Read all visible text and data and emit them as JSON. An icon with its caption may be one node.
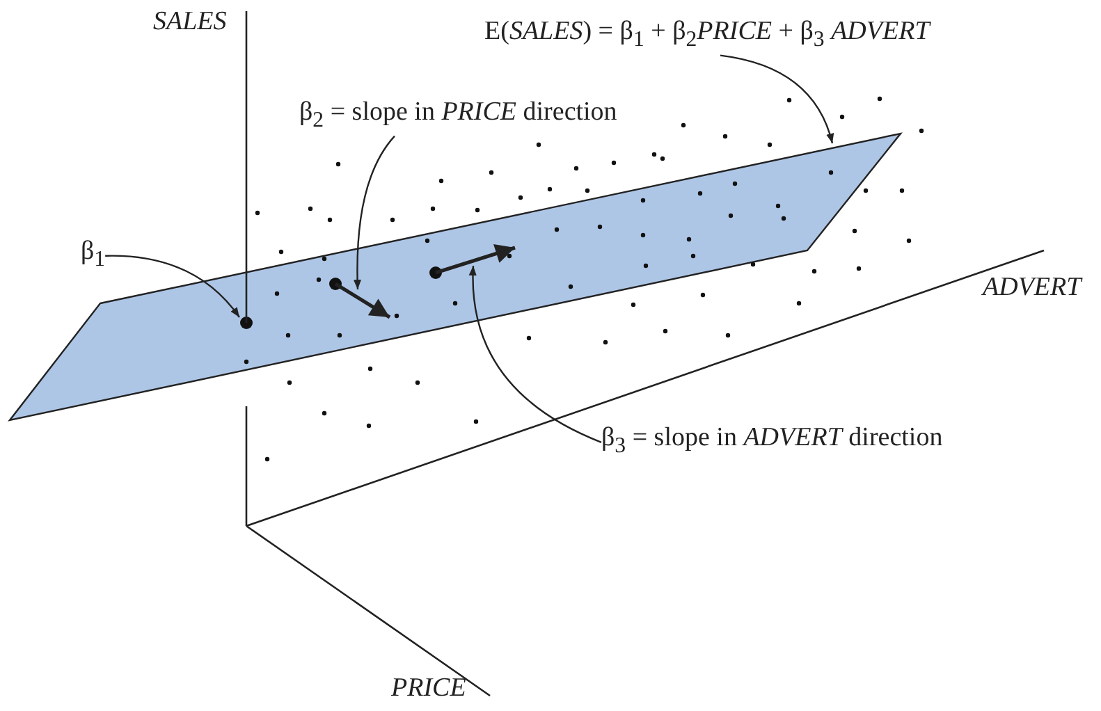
{
  "diagram": {
    "nodes": [
      {
        "text": [
          "E(*SALES*) = β$_{1}$ + β$_{2}$*PRICE* + β$_{3}$ *ADVERT*"
        ]
      },
      {
        "text": [
          "β$_{2}$ = slope in *PRICE* direction"
        ]
      },
      {
        "text": [
          "β$_{1}$"
        ]
      },
      {
        "text": [
          "β$_{3}$ = slope in *ADVERT* direction"
        ]
      },
      {
        "text": [],
        "shape": "parallelogram"
      },
      {
        "text": [],
        "shape": "circle",
        "in": 4
      },
      {
        "text": [],
        "shape": "arrow",
        "in": 4
      },
      {
        "text": [],
        "shape": "arrow",
        "in": 4
      }
    ],
    "edges": [
      {
        "from": 0,
        "to": 4,
        "arrow": "to"
      },
      {
        "from": 1,
        "to": 6,
        "arrow": "to"
      },
      {
        "from": 2,
        "to": 5,
        "arrow": "to"
      },
      {
        "from": 3,
        "to": 7,
        "arrow": "to"
      }
    ],
    "labels": [
      "SALES",
      "ADVERT",
      "PRICE"
    ]
  }
}
